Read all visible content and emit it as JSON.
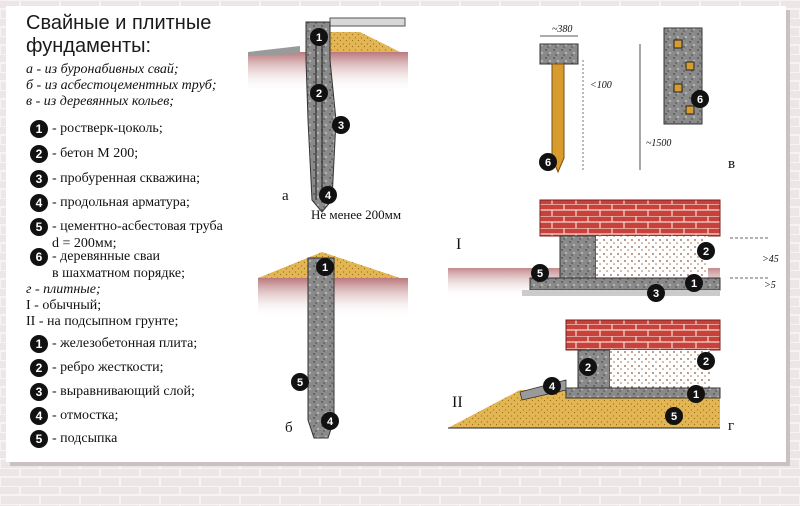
{
  "title": "Свайные и плитные фундаменты:",
  "types_pile": [
    "а - из буронабивных свай;",
    "б - из асбестоцементных труб;",
    "в - из деревянных кольев;"
  ],
  "legend_pile": [
    {
      "num": "1",
      "text": "- ростверк-цоколь;"
    },
    {
      "num": "2",
      "text": "- бетон М 200;"
    },
    {
      "num": "3",
      "text": "- пробуренная скважина;"
    },
    {
      "num": "4",
      "text": "- продольная арматура;"
    },
    {
      "num": "5",
      "text": "- цементно-асбестовая труба\nd = 200мм;"
    },
    {
      "num": "6",
      "text": "- деревянные сваи\nв шахматном порядке;"
    }
  ],
  "type_slab": "г - плитные;",
  "slab_variants": [
    "I - обычный;",
    "II - на подсыпном грунте;"
  ],
  "legend_slab": [
    {
      "num": "1",
      "text": "- железобетонная плита;"
    },
    {
      "num": "2",
      "text": "- ребро жесткости;"
    },
    {
      "num": "3",
      "text": "- выравнивающий слой;"
    },
    {
      "num": "4",
      "text": "- отмостка;"
    },
    {
      "num": "5",
      "text": "- подсыпка"
    }
  ],
  "diagram_labels": {
    "a": "а",
    "b": "б",
    "v": "в",
    "g": "г",
    "I": "I",
    "II": "II",
    "min_depth": "Не менее 200мм",
    "dim_380": "~380",
    "dim_100": "<100",
    "dim_1500": "~1500",
    "dim_45": ">45",
    "dim_5": ">5"
  },
  "callouts": {
    "a": [
      "1",
      "2",
      "3",
      "4"
    ],
    "b": [
      "1",
      "5",
      "4"
    ],
    "v": [
      "6",
      "6"
    ],
    "g1": [
      "2",
      "5",
      "1",
      "3"
    ],
    "g2": [
      "2",
      "2",
      "4",
      "1",
      "5"
    ]
  },
  "colors": {
    "brick": "#c8413a",
    "concrete": "#8f8f8f",
    "sand": "#e0b450",
    "soil": "#a9565a",
    "wood": "#d79b2e",
    "callout": "#111111"
  }
}
